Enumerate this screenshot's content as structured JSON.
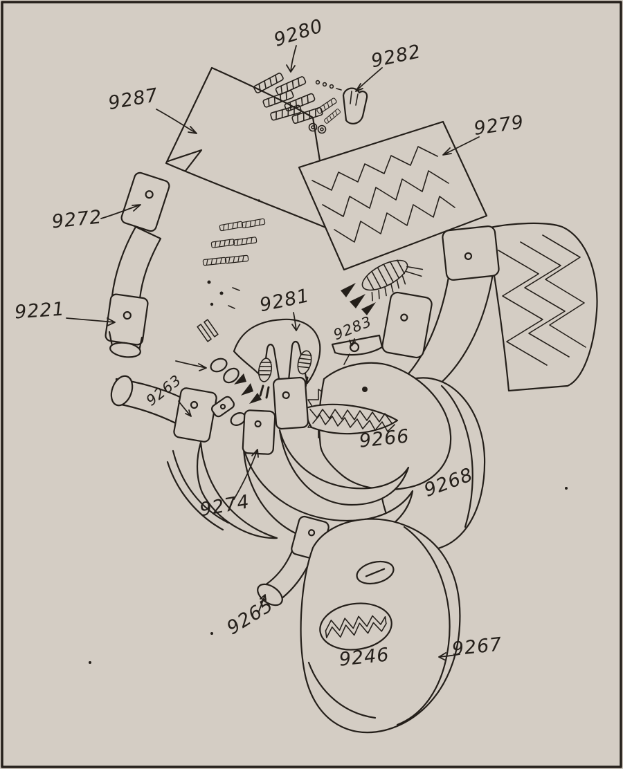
{
  "figure": {
    "kind": "hand-drawn exploded assembly sketch",
    "background_color": "#d4cdc4",
    "ink_color": "#241f1a"
  },
  "labels": {
    "ref_9280": "9280",
    "ref_9282": "9282",
    "ref_9287": "9287",
    "ref_9279": "9279",
    "ref_9272": "9272",
    "ref_9221": "9221",
    "ref_9281": "9281",
    "ref_9283": "9283",
    "ref_9263": "9263",
    "ref_9266": "9266",
    "ref_9268": "9268",
    "ref_9274": "9274",
    "ref_9265": "9265",
    "ref_9246": "9246",
    "ref_9267": "9267"
  }
}
